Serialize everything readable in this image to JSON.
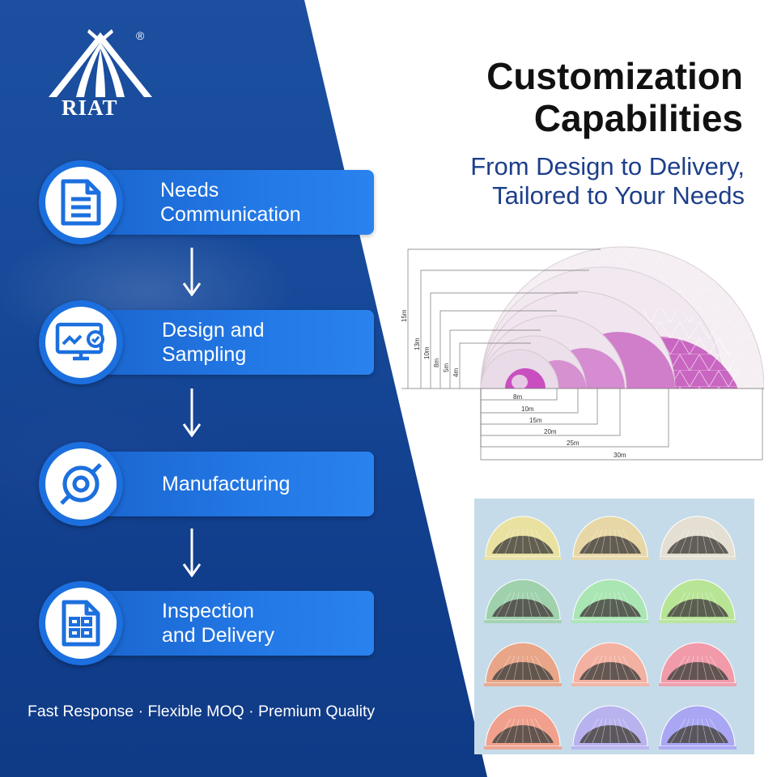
{
  "brand": {
    "name": "RIAT",
    "registered": "®"
  },
  "title_lines": [
    "Customization",
    "Capabilities"
  ],
  "subtitle_lines": [
    "From Design to Delivery,",
    "Tailored to Your Needs"
  ],
  "steps": [
    {
      "lines": [
        "Needs",
        "Communication"
      ],
      "icon": "document-icon"
    },
    {
      "lines": [
        "Design and",
        "Sampling"
      ],
      "icon": "monitor-check-icon"
    },
    {
      "lines": [
        "Manufacturing"
      ],
      "icon": "gear-cog-icon"
    },
    {
      "lines": [
        "Inspection",
        "and Delivery"
      ],
      "icon": "checklist-grid-icon"
    }
  ],
  "tagline": "Fast Response · Flexible MOQ · Premium Quality",
  "diagram": {
    "heights": [
      "15m",
      "13m",
      "10m",
      "8m",
      "5m",
      "4m"
    ],
    "widths": [
      "8m",
      "10m",
      "15m",
      "20m",
      "25m",
      "30m"
    ]
  },
  "colors": {
    "panel_blue": "#174a9b",
    "step_blue": "#2379e6",
    "subtitle_blue": "#1d3f8a",
    "dome_pink": "#c24fb9"
  },
  "color_swatches": [
    "#e9e1a0",
    "#e8d7a6",
    "#e4dfd2",
    "#9fd1ad",
    "#a9e6b3",
    "#b7e595",
    "#e8a588",
    "#f3b1a2",
    "#f19aa9",
    "#f0a08c",
    "#b8b2ef",
    "#a9a6f4"
  ]
}
